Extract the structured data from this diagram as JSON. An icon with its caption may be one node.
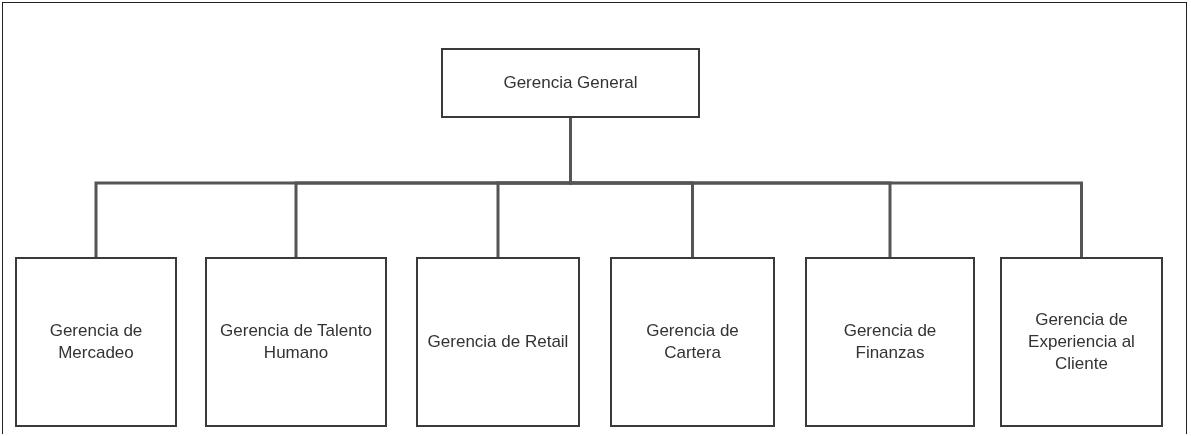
{
  "diagram": {
    "nodes": [
      {
        "text": [
          "Gerencia General"
        ]
      },
      {
        "text": [
          "Gerencia de Mercadeo"
        ]
      },
      {
        "text": [
          "Gerencia de Talento Humano"
        ]
      },
      {
        "text": [
          "Gerencia de Retail"
        ]
      },
      {
        "text": [
          "Gerencia de Cartera"
        ]
      },
      {
        "text": [
          "Gerencia de Finanzas"
        ]
      },
      {
        "text": [
          "Gerencia de Experiencia al Cliente"
        ]
      }
    ],
    "edges": [
      {
        "from": 0,
        "to": 1,
        "arrow": "none"
      },
      {
        "from": 0,
        "to": 2,
        "arrow": "none"
      },
      {
        "from": 0,
        "to": 3,
        "arrow": "none"
      },
      {
        "from": 0,
        "to": 4,
        "arrow": "none"
      },
      {
        "from": 0,
        "to": 5,
        "arrow": "none"
      },
      {
        "from": 0,
        "to": 6,
        "arrow": "none"
      }
    ]
  }
}
